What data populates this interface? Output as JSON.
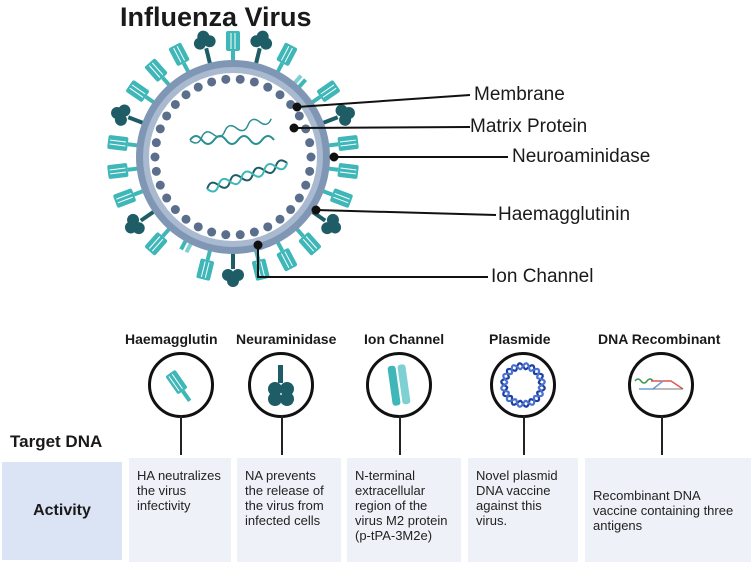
{
  "title": "Influenza Virus",
  "callouts": {
    "membrane": "Membrane",
    "matrix_protein": "Matrix Protein",
    "neuroaminidase": "Neuroaminidase",
    "haemagglutinin": "Haemagglutinin",
    "ion_channel": "Ion Channel"
  },
  "columns": [
    {
      "heading": "Haemagglutin",
      "icon": "haemagglutinin-icon",
      "activity": "HA neutralizes the virus infectivity"
    },
    {
      "heading": "Neuraminidase",
      "icon": "neuraminidase-icon",
      "activity": "NA prevents the release of the virus from infected cells"
    },
    {
      "heading": "Ion Channel",
      "icon": "ion-channel-icon",
      "activity": "N-terminal extracellular region of the virus M2 protein (p-tPA-3M2e)"
    },
    {
      "heading": "Plasmide",
      "icon": "plasmid-icon",
      "activity": "Novel plasmid DNA vaccine against this virus."
    },
    {
      "heading": "DNA Recombinant",
      "icon": "dna-recombinant-icon",
      "activity": "Recombinant DNA vaccine containing three antigens"
    }
  ],
  "target_label": "Target DNA",
  "row_label": "Activity",
  "colors": {
    "teal": "#3fb7b8",
    "dark_teal": "#1f5d66",
    "membrane": "#7f97b5",
    "cell_bg": "#eef1f7",
    "row_head_bg": "#dbe4f4"
  }
}
